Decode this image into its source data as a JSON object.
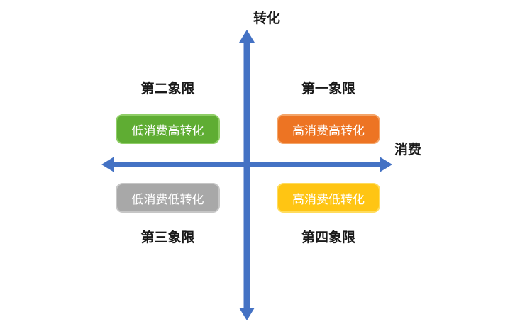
{
  "axes": {
    "vertical_label": "转化",
    "horizontal_label": "消费",
    "color": "#4472C4"
  },
  "quadrants": {
    "q1": {
      "label": "第一象限",
      "box_label": "高消费高转化",
      "fill": "#ED7423",
      "border": "#F4A569"
    },
    "q2": {
      "label": "第二象限",
      "box_label": "低消费高转化",
      "fill": "#5FAD33",
      "border": "#8FCE67"
    },
    "q3": {
      "label": "第三象限",
      "box_label": "低消费低转化",
      "fill": "#A8A8A8",
      "border": "#C6C6C6"
    },
    "q4": {
      "label": "第四象限",
      "box_label": "高消费低转化",
      "fill": "#FFC513",
      "border": "#FFDC5C"
    }
  }
}
